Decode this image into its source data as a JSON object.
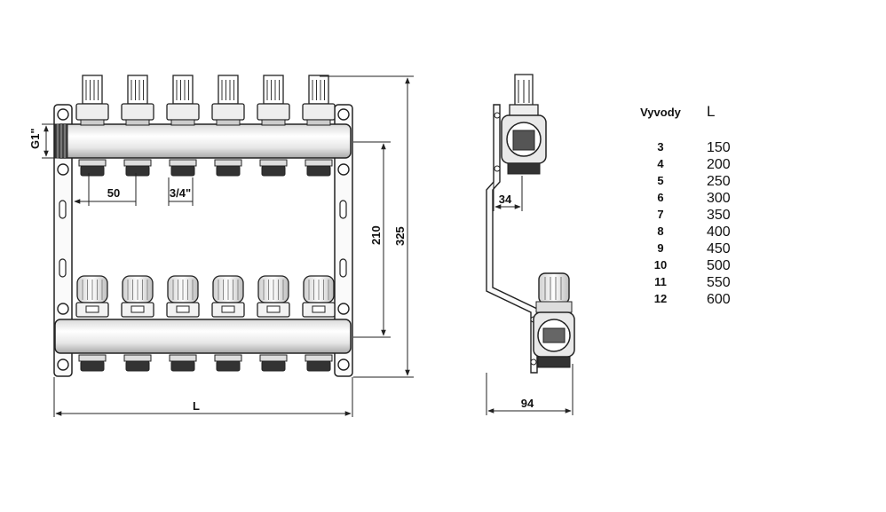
{
  "labels": {
    "thread": "G1\"",
    "spacing": "50",
    "branch": "3/4\"",
    "height_inner": "210",
    "height_outer": "325",
    "length": "L",
    "side_offset": "34",
    "side_depth": "94"
  },
  "table": {
    "header_outputs": "Vyvody",
    "header_length": "L",
    "rows": [
      {
        "outputs": "3",
        "length": "150"
      },
      {
        "outputs": "4",
        "length": "200"
      },
      {
        "outputs": "5",
        "length": "250"
      },
      {
        "outputs": "6",
        "length": "300"
      },
      {
        "outputs": "7",
        "length": "350"
      },
      {
        "outputs": "8",
        "length": "400"
      },
      {
        "outputs": "9",
        "length": "450"
      },
      {
        "outputs": "10",
        "length": "500"
      },
      {
        "outputs": "11",
        "length": "550"
      },
      {
        "outputs": "12",
        "length": "600"
      }
    ]
  },
  "colors": {
    "line": "#222222",
    "metal_light": "#f2f2f2",
    "metal_mid": "#bdbdbd",
    "nut_dark": "#333333"
  },
  "front_view": {
    "outlet_count": 6
  }
}
